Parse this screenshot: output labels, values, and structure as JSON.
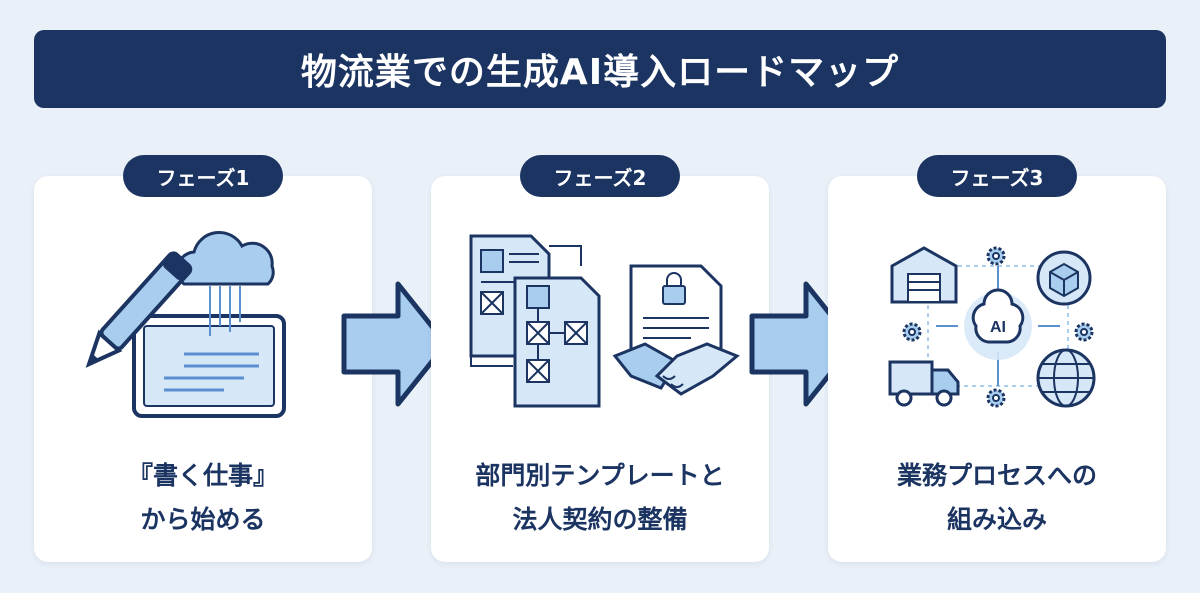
{
  "title": "物流業での生成AI導入ロードマップ",
  "phases": [
    {
      "label": "フェーズ1",
      "caption_lines": [
        "『書く仕事』",
        "から始める"
      ]
    },
    {
      "label": "フェーズ2",
      "caption_lines": [
        "部門別テンプレートと",
        "法人契約の整備"
      ]
    },
    {
      "label": "フェーズ3",
      "caption_lines": [
        "業務プロセスへの",
        "組み込み"
      ]
    }
  ],
  "hub_label": "AI",
  "colors": {
    "navy": "#1b3461",
    "light_blue": "#a9cdee",
    "pale_blue": "#d6e8f8",
    "background": "#eaf0f8"
  },
  "icons": {
    "phase1": [
      "cloud-icon",
      "tablet-icon",
      "pen-icon"
    ],
    "phase2": [
      "document-icon",
      "flowchart-icon",
      "locked-contract-icon",
      "handshake-icon"
    ],
    "phase3": [
      "warehouse-icon",
      "package-icon",
      "truck-icon",
      "globe-icon",
      "ai-brain-icon",
      "gear-icon"
    ]
  }
}
